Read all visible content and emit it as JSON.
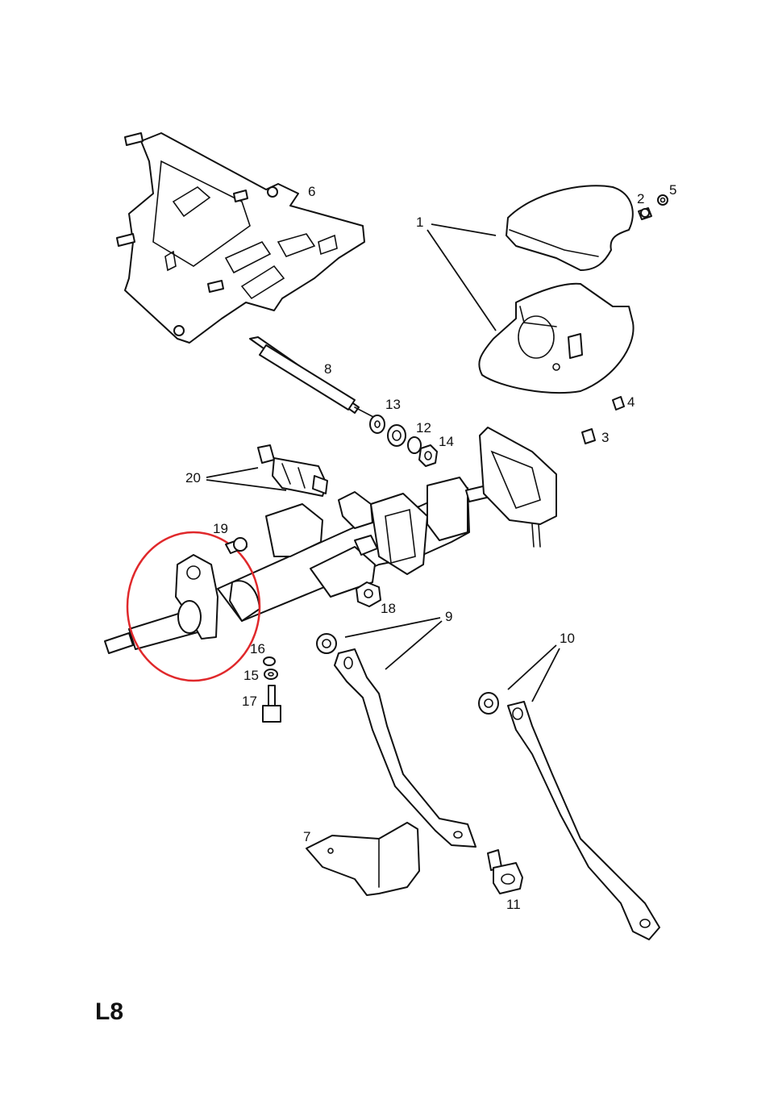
{
  "page": {
    "code": "L8",
    "highlight_color": "#e0282b",
    "line_color": "#111111"
  },
  "callouts": {
    "c1": "1",
    "c2": "2",
    "c3": "3",
    "c4": "4",
    "c5": "5",
    "c6": "6",
    "c7": "7",
    "c8": "8",
    "c9": "9",
    "c10": "10",
    "c11": "11",
    "c12": "12",
    "c13": "13",
    "c14": "14",
    "c15": "15",
    "c16": "16",
    "c17": "17",
    "c18": "18",
    "c19": "19",
    "c20": "20"
  }
}
